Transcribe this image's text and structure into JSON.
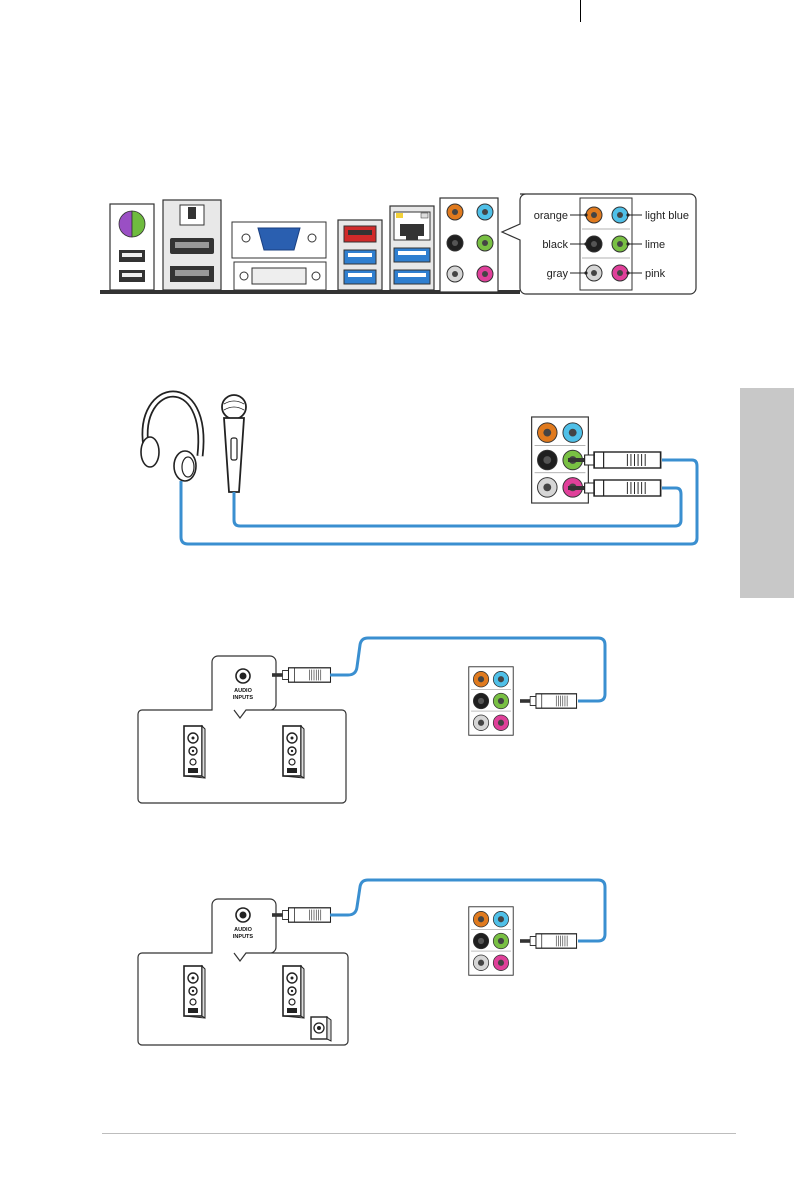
{
  "legend": {
    "orange": "orange",
    "light_blue": "light blue",
    "black": "black",
    "lime": "lime",
    "gray": "gray",
    "pink": "pink"
  },
  "speaker_panel": {
    "audio_inputs_1": "AUDIO",
    "audio_inputs_2": "INPUTS"
  },
  "colors": {
    "orange": "#e07a1e",
    "light_blue": "#4fc0e8",
    "black": "#1f1f1f",
    "lime": "#79c043",
    "gray": "#d6d6d6",
    "pink": "#e0409a",
    "cable": "#3a8fd0",
    "side_tab": "#c8c8c8",
    "ps2_purple": "#9a4fc4",
    "ps2_green": "#6fbb3f",
    "vga_blue": "#2a5fb0",
    "usb3_blue": "#2f7fd0",
    "usb_red": "#d02a2a"
  },
  "icons": [
    "headphones-icon",
    "microphone-icon",
    "speaker-icon",
    "subwoofer-icon",
    "audio-jack-icon",
    "plug-icon"
  ]
}
